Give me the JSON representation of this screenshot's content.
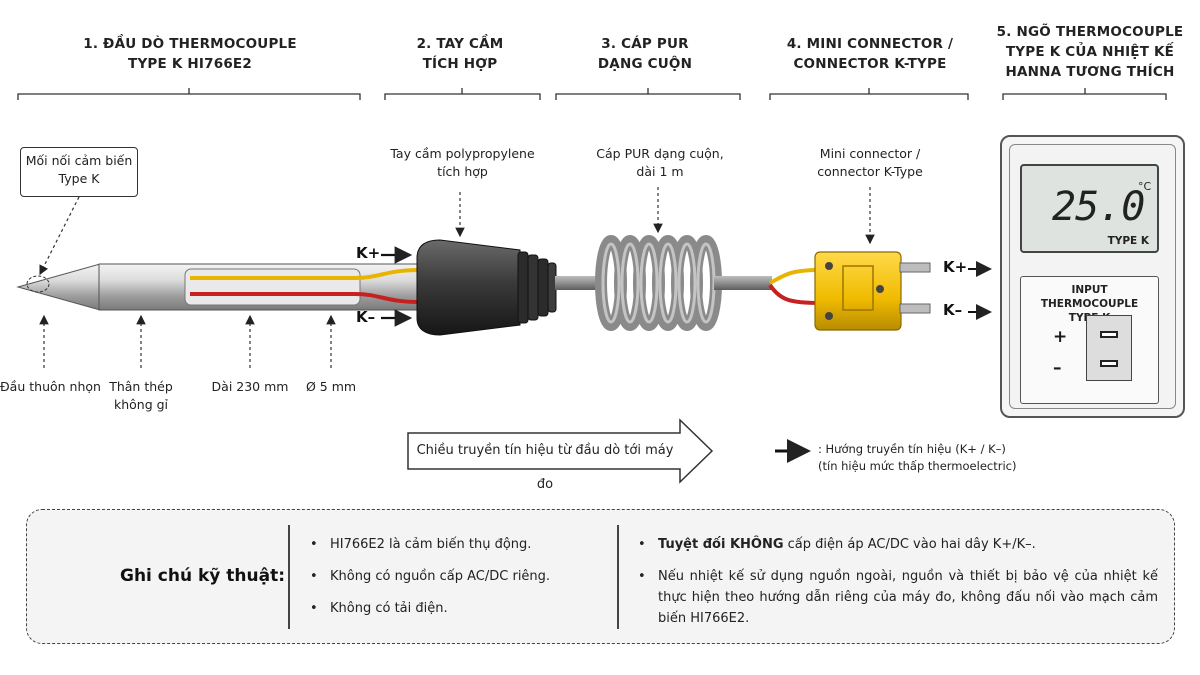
{
  "sections": [
    {
      "line1": "1. ĐẦU DÒ THERMOCOUPLE",
      "line2": "TYPE K HI766E2"
    },
    {
      "line1": "2. TAY CẦM",
      "line2": "TÍCH HỢP"
    },
    {
      "line1": "3. CÁP PUR",
      "line2": "DẠNG CUỘN"
    },
    {
      "line1": "4. MINI CONNECTOR /",
      "line2": "CONNECTOR K-TYPE"
    },
    {
      "line1": "5. NGÕ THERMOCOUPLE",
      "line2": "TYPE K CỦA NHIỆT KẾ",
      "line3": "HANNA TƯƠNG THÍCH"
    }
  ],
  "labels": {
    "junction": [
      "Mối nối cảm biến",
      "Type K"
    ],
    "handle": [
      "Tay cầm polypropylene",
      "tích hợp"
    ],
    "cable": [
      "Cáp PUR dạng cuộn,",
      "dài 1 m"
    ],
    "connector": [
      "Mini connector /",
      "connector K-Type"
    ],
    "tip": "Đầu thuôn nhọn",
    "body": [
      "Thân thép",
      "không gỉ"
    ],
    "length": "Dài 230 mm",
    "diameter": "Ø 5 mm"
  },
  "pins": {
    "plus": "K+",
    "minus": "K–"
  },
  "flow": {
    "text": "Chiều truyền tín hiệu từ đầu dò tới máy đo",
    "legend_line1": ": Hướng truyền tín hiệu (K+ / K–)",
    "legend_line2": "(tín hiệu mức thấp thermoelectric)"
  },
  "meter": {
    "reading": "25.0",
    "unit": "°C",
    "type_label": "TYPE K",
    "input_title_1": "INPUT THERMOCOUPLE",
    "input_title_2": "TYPE K",
    "plus": "+",
    "minus": "–"
  },
  "notes": {
    "title": "Ghi chú kỹ thuật:",
    "left": [
      "HI766E2 là cảm biến thụ động.",
      "Không có nguồn cấp AC/DC riêng.",
      "Không có tải điện."
    ],
    "right_1_bold": "Tuyệt đối KHÔNG",
    "right_1_rest": " cấp điện áp AC/DC vào hai dây K+/K–.",
    "right_2": "Nếu nhiệt kế sử dụng nguồn ngoài, nguồn và thiết bị bảo vệ của nhiệt kế thực hiện theo hướng dẫn riêng của máy đo, không đấu nối vào mạch cảm biến HI766E2."
  },
  "colors": {
    "wire_yellow": "#e8b400",
    "wire_red": "#c62020",
    "connector_yellow": "#f2c200",
    "handle_dark": "#3a3a3a",
    "steel": "#c9c9c9"
  }
}
